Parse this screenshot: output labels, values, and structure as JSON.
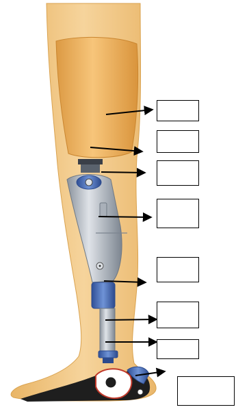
{
  "diagram": {
    "subject": "prosthetic-leg",
    "colors": {
      "skin": "#f2c98a",
      "skin_shade": "#e5a954",
      "socket": "#efb865",
      "socket_shade": "#d9953e",
      "metal": "#b9bec6",
      "metal_dark": "#6e7884",
      "blue": "#3f64b0",
      "blue_light": "#7fa1de",
      "foot_dark": "#1e1e1e",
      "arrow": "#000000",
      "box_border": "#000000"
    },
    "labels": [
      {
        "id": "socket",
        "text": ""
      },
      {
        "id": "socket-liner",
        "text": ""
      },
      {
        "id": "knee-adapter",
        "text": ""
      },
      {
        "id": "knee-joint",
        "text": ""
      },
      {
        "id": "pylon-clamp",
        "text": ""
      },
      {
        "id": "pylon-tube",
        "text": ""
      },
      {
        "id": "ankle-adapter",
        "text": ""
      },
      {
        "id": "foot",
        "text": ""
      }
    ]
  }
}
